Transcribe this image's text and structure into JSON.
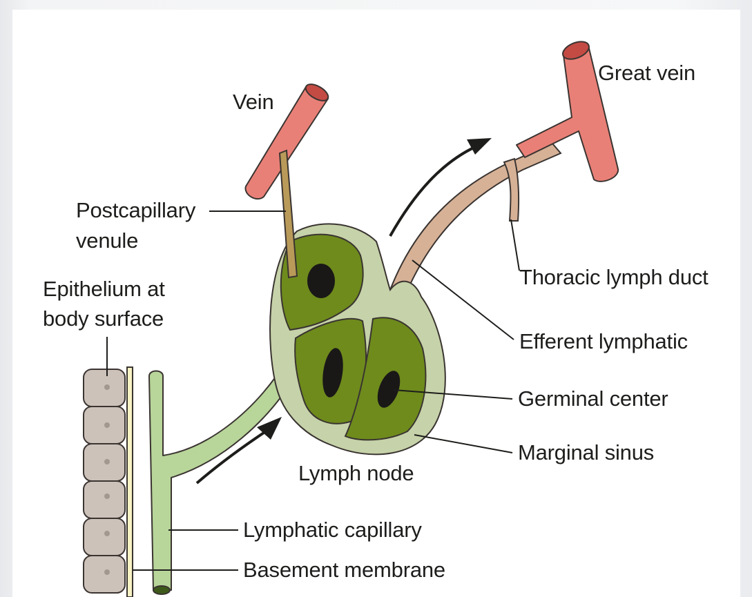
{
  "labels": {
    "vein": "Vein",
    "great_vein": "Great vein",
    "postcapillary_1": "Postcapillary",
    "postcapillary_2": "venule",
    "epithelium_1": "Epithelium at",
    "epithelium_2": "body surface",
    "thoracic_duct": "Thoracic lymph duct",
    "efferent": "Efferent lymphatic",
    "germinal": "Germinal center",
    "marginal": "Marginal sinus",
    "lymph_node": "Lymph node",
    "lymph_capillary": "Lymphatic capillary",
    "basement": "Basement membrane"
  },
  "colors": {
    "vein_red": "#e98077",
    "lymph_green": "#b8d59a",
    "node_outer": "#c6d2a9",
    "node_compartment": "#6e8b1c",
    "germinal_dark": "#1a1717",
    "duct_tan": "#d6b196",
    "venule_tan": "#b99a59",
    "epithelium_cell": "#cdc2ba",
    "membrane_yellow": "#f7f2c4"
  }
}
